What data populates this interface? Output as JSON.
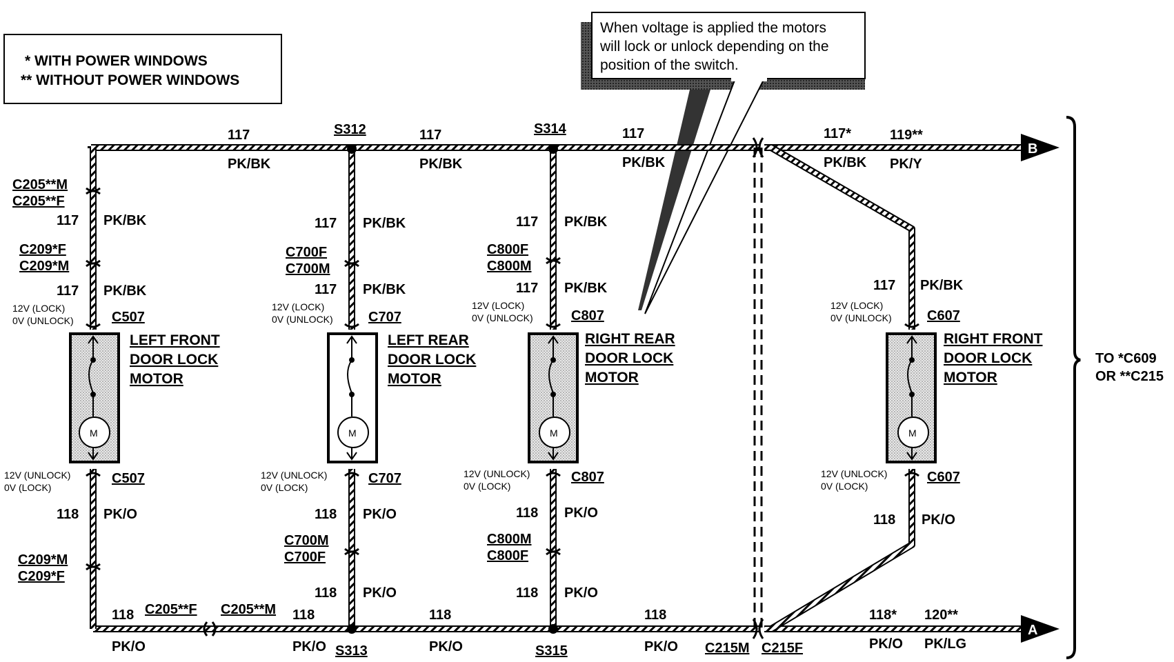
{
  "legend": {
    "line1": "* WITH POWER WINDOWS",
    "line2": "** WITHOUT POWER WINDOWS"
  },
  "callout": {
    "line1": "When voltage is applied the motors",
    "line2": "will lock or unlock depending on the",
    "line3": "position of the switch."
  },
  "top_bus": {
    "circuit": "117",
    "color": "PK/BK",
    "splice_a": "S312",
    "splice_b": "S314",
    "right_circuit_a": "117*",
    "right_circuit_b": "119**",
    "right_color_b": "PK/Y",
    "terminal": "B"
  },
  "bottom_bus": {
    "circuit": "118",
    "color": "PK/O",
    "splice_a": "S313",
    "splice_b": "S315",
    "conn_f": "C205**F",
    "conn_m": "C205**M",
    "c215m": "C215M",
    "c215f": "C215F",
    "right_circuit_a": "118*",
    "right_circuit_b": "120**",
    "right_color_b": "PK/LG",
    "terminal": "A"
  },
  "motors": {
    "lf": {
      "name1": "LEFT FRONT",
      "name2": "DOOR LOCK",
      "name3": "MOTOR",
      "conn": "C507",
      "upper_conn_a": "C205**M",
      "upper_conn_b": "C205**F",
      "mid_conn_a": "C209*F",
      "mid_conn_b": "C209*M",
      "lower_conn_a": "C209*M",
      "lower_conn_b": "C209*F"
    },
    "lr": {
      "name1": "LEFT REAR",
      "name2": "DOOR LOCK",
      "name3": "MOTOR",
      "conn": "C707",
      "upper_conn_a": "C700F",
      "upper_conn_b": "C700M",
      "lower_conn_a": "C700M",
      "lower_conn_b": "C700F"
    },
    "rr": {
      "name1": "RIGHT REAR",
      "name2": "DOOR LOCK",
      "name3": "MOTOR",
      "conn": "C807",
      "upper_conn_a": "C800F",
      "upper_conn_b": "C800M",
      "lower_conn_a": "C800M",
      "lower_conn_b": "C800F"
    },
    "rf": {
      "name1": "RIGHT FRONT",
      "name2": "DOOR LOCK",
      "name3": "MOTOR",
      "conn": "C607"
    }
  },
  "voltages": {
    "lock_a": "12V (LOCK)",
    "lock_b": "0V (UNLOCK)",
    "unlock_a": "12V (UNLOCK)",
    "unlock_b": "0V (LOCK)"
  },
  "motor_symbol": "M",
  "to_label": {
    "line1": "TO *C609",
    "line2": "OR **C215"
  }
}
